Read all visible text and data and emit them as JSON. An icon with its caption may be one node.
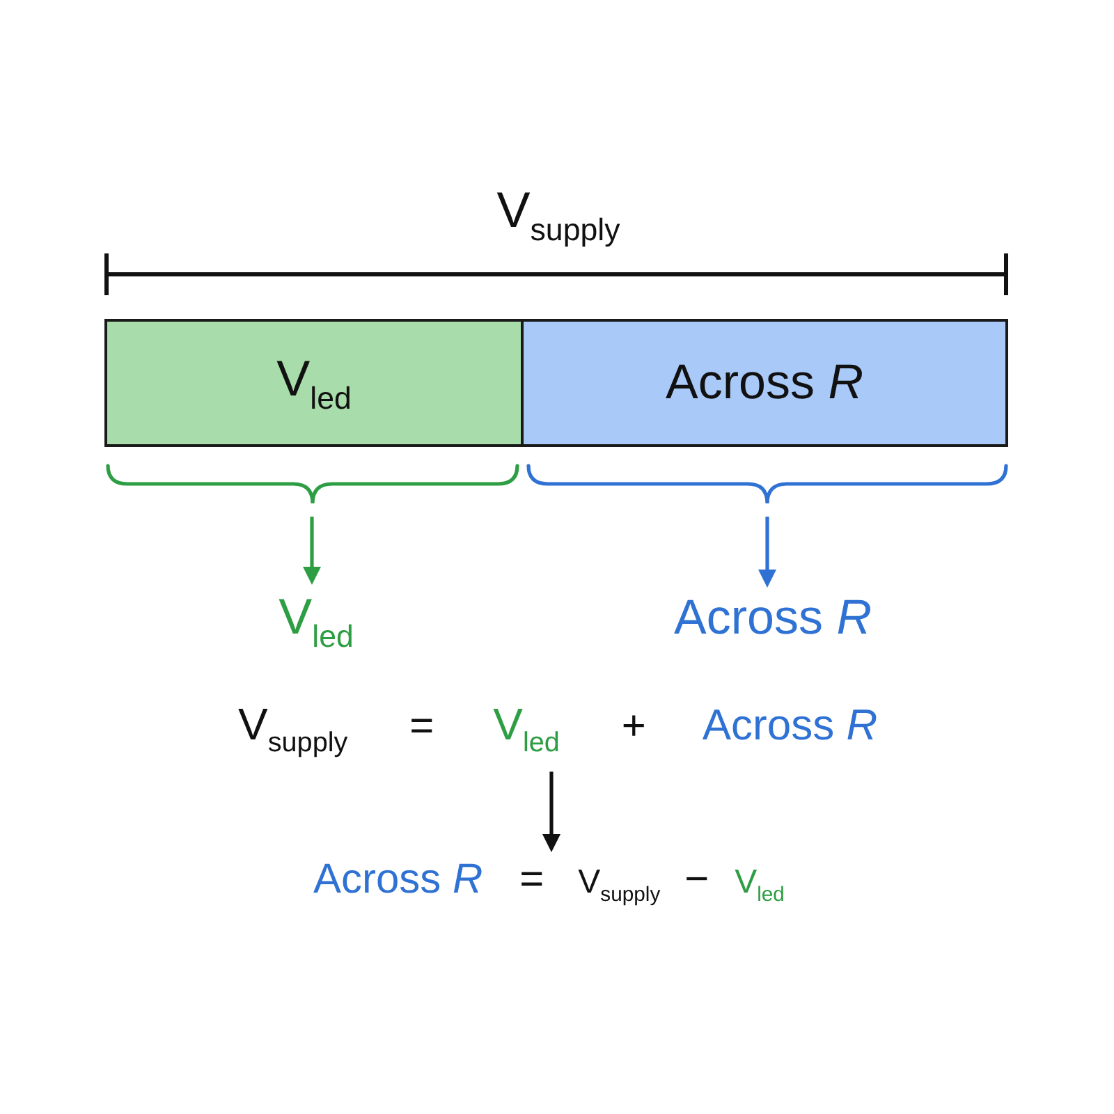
{
  "diagram": {
    "nodes": [
      {
        "text": [
          "V$_{led}$"
        ]
      },
      {
        "text": [
          "Across *R*"
        ]
      },
      {
        "text": [],
        "shape": "brace"
      },
      {
        "text": [],
        "shape": "brace"
      },
      {
        "text": [
          "V$_{led}$"
        ]
      },
      {
        "text": [
          "Across *R*"
        ]
      },
      {
        "text": [
          "V$_{supply}$",
          "=",
          "V$_{led}$",
          "+",
          "Across *R*"
        ]
      },
      {
        "text": [
          "Across *R*",
          "=",
          "V$_{supply}$",
          "−",
          "V$_{led}$"
        ]
      }
    ],
    "edges": [
      {
        "from": 2,
        "to": 4,
        "arrow": "to",
        "color": "#2e9e44"
      },
      {
        "from": 3,
        "to": 5,
        "arrow": "to",
        "color": "#2f72d4"
      },
      {
        "from": 6,
        "to": 7,
        "arrow": "to",
        "color": "#111111"
      }
    ],
    "labels": [
      "V$_{supply}$"
    ]
  }
}
